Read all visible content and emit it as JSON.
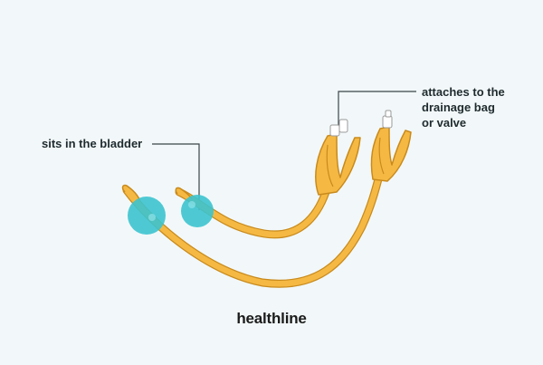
{
  "labels": {
    "bladder": "sits in the bladder",
    "drainage_line1": "attaches to the",
    "drainage_line2": "drainage bag",
    "drainage_line3": "or valve"
  },
  "brand": {
    "name": "healthline"
  },
  "colors": {
    "background": "#f2f8f9",
    "tube_fill": "#f5b943",
    "tube_outline": "#c98a1c",
    "balloon": "#3cc3cf",
    "leader_line": "#3a4448",
    "text": "#1f2a2e"
  }
}
